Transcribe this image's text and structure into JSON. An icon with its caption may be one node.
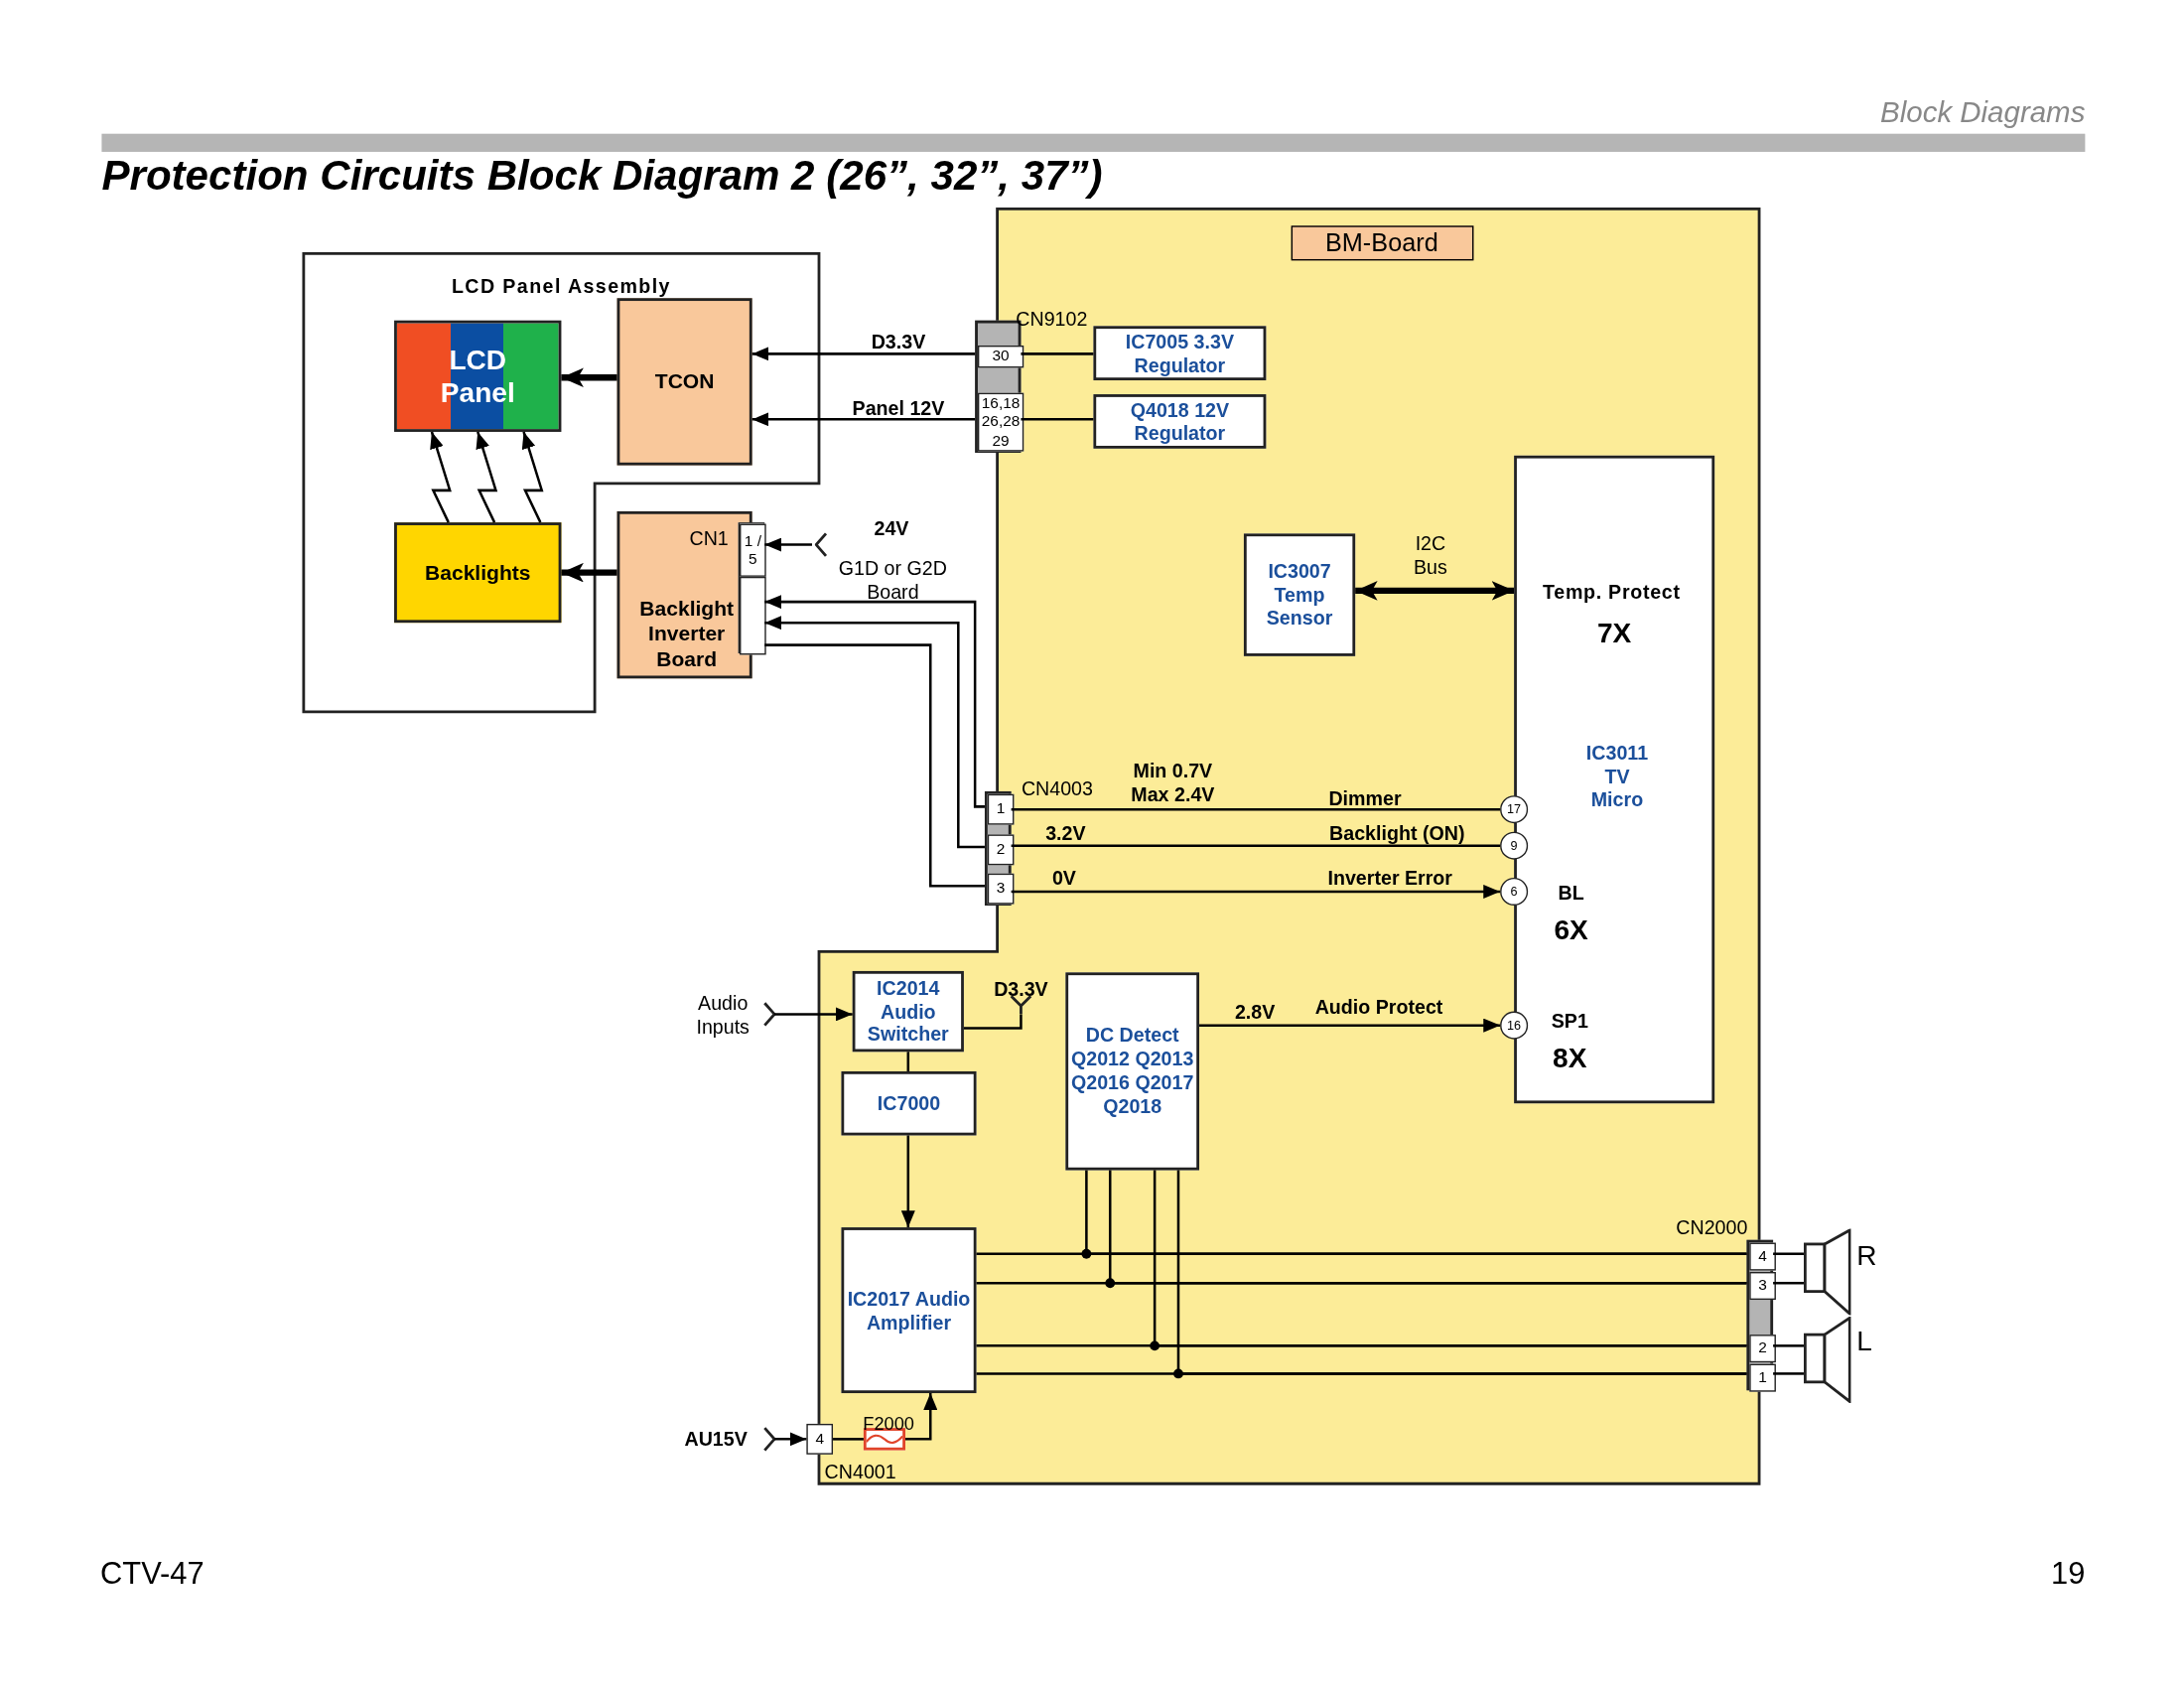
{
  "diagram": {
    "title": "Protection Circuits Block Diagram 2 (26”, 32”, 37”)",
    "nodes": [
      {
        "text": [
          "LCD Panel Assembly"
        ]
      },
      {
        "text": [
          "LCD Panel"
        ],
        "in": 0
      },
      {
        "text": [
          "TCON"
        ],
        "in": 0
      },
      {
        "text": [
          "Backlights"
        ],
        "in": 0
      },
      {
        "text": [
          "BM-Board"
        ]
      },
      {
        "text": [
          "CN9102"
        ],
        "in": 4
      },
      {
        "text": [
          "30"
        ],
        "in": 5
      },
      {
        "text": [
          "16,18 26,28 29"
        ],
        "in": 5
      },
      {
        "text": [
          "IC7005 3.3V Regulator"
        ],
        "in": 4
      },
      {
        "text": [
          "Q4018 12V Regulator"
        ],
        "in": 4
      },
      {
        "text": [
          "CN1",
          "Backlight Inverter Board"
        ]
      },
      {
        "text": [],
        "shape": "box"
      },
      {
        "text": [
          "1 / 5"
        ],
        "in": 11
      },
      {
        "text": [],
        "shape": "box",
        "in": 11
      },
      {
        "text": [
          "24V",
          "G1D or G2D Board"
        ]
      },
      {
        "text": [
          "IC3007 Temp Sensor"
        ],
        "in": 4
      },
      {
        "text": [
          "Temp. Protect",
          "7X",
          "IC3011 TV Micro",
          "BL",
          "6X",
          "SP1",
          "8X"
        ],
        "in": 4
      },
      {
        "text": [
          "CN4003"
        ],
        "in": 4
      },
      {
        "text": [
          "1"
        ],
        "in": 17
      },
      {
        "text": [
          "2"
        ],
        "in": 17
      },
      {
        "text": [
          "3"
        ],
        "in": 17
      },
      {
        "text": [
          "17"
        ],
        "in": 4
      },
      {
        "text": [
          "9"
        ],
        "in": 4
      },
      {
        "text": [
          "6"
        ],
        "in": 4
      },
      {
        "text": [
          "Audio Inputs"
        ]
      },
      {
        "text": [
          "IC2014 Audio Switcher"
        ],
        "in": 4
      },
      {
        "text": [
          "D3.3V"
        ],
        "in": 4
      },
      {
        "text": [
          "DC Detect",
          "Q2012 Q2013 Q2016 Q2017 Q2018"
        ],
        "in": 4
      },
      {
        "text": [
          "16"
        ],
        "in": 4
      },
      {
        "text": [
          "IC7000"
        ],
        "in": 4
      },
      {
        "text": [
          "IC2017 Audio Amplifier"
        ],
        "in": 4
      },
      {
        "text": [
          "CN2000"
        ]
      },
      {
        "text": [
          "4"
        ],
        "in": 31
      },
      {
        "text": [
          "3"
        ],
        "in": 31
      },
      {
        "text": [
          "2"
        ],
        "in": 31
      },
      {
        "text": [
          "1"
        ],
        "in": 31
      },
      {
        "text": [
          "R"
        ]
      },
      {
        "text": [
          "L"
        ]
      },
      {
        "text": [
          "AU15V"
        ]
      },
      {
        "text": [
          "4"
        ],
        "beside": [
          "CN4001"
        ]
      },
      {
        "text": [
          "F2000"
        ],
        "in": 4
      }
    ],
    "edges": [
      {
        "from": 6,
        "to": 2,
        "arrow": "to",
        "label": "D3.3V"
      },
      {
        "from": 7,
        "to": 2,
        "arrow": "to",
        "label": "Panel 12V"
      },
      {
        "from": 6,
        "to": 8,
        "arrow": "none"
      },
      {
        "from": 7,
        "to": 9,
        "arrow": "none"
      },
      {
        "from": 2,
        "to": 1,
        "arrow": "to",
        "style": "thick"
      },
      {
        "from": 10,
        "to": 3,
        "arrow": "to",
        "style": "thick"
      },
      {
        "from": 3,
        "to": 1,
        "arrow": "to"
      },
      {
        "from": 3,
        "to": 1,
        "arrow": "to"
      },
      {
        "from": 3,
        "to": 1,
        "arrow": "to"
      },
      {
        "from": 14,
        "to": 12,
        "arrow": "to"
      },
      {
        "from": 18,
        "to": 13,
        "arrow": "to"
      },
      {
        "from": 19,
        "to": 13,
        "arrow": "to"
      },
      {
        "from": 13,
        "to": 20,
        "arrow": "none"
      },
      {
        "from": 15,
        "to": 16,
        "arrow": "both",
        "style": "thick",
        "label": "I2C Bus"
      },
      {
        "from": 18,
        "to": 21,
        "arrow": "none",
        "label": "Dimmer"
      },
      {
        "from": 19,
        "to": 22,
        "arrow": "none",
        "label": "Backlight (ON)"
      },
      {
        "from": 20,
        "to": 23,
        "arrow": "to",
        "label": "Inverter Error"
      },
      {
        "from": 24,
        "to": 25,
        "arrow": "to"
      },
      {
        "from": 25,
        "to": 26,
        "arrow": "none"
      },
      {
        "from": 25,
        "to": 29,
        "arrow": "none"
      },
      {
        "from": 29,
        "to": 30,
        "arrow": "to"
      },
      {
        "from": 27,
        "to": 28,
        "arrow": "to",
        "label": "Audio Protect"
      },
      {
        "from": 30,
        "to": 32,
        "arrow": "none"
      },
      {
        "from": 30,
        "to": 33,
        "arrow": "none"
      },
      {
        "from": 30,
        "to": 34,
        "arrow": "none"
      },
      {
        "from": 30,
        "to": 35,
        "arrow": "none"
      },
      {
        "from": 27,
        "to": 32,
        "arrow": "none"
      },
      {
        "from": 27,
        "to": 33,
        "arrow": "none"
      },
      {
        "from": 27,
        "to": 34,
        "arrow": "none"
      },
      {
        "from": 27,
        "to": 35,
        "arrow": "none"
      },
      {
        "from": 32,
        "to": 36,
        "arrow": "none"
      },
      {
        "from": 33,
        "to": 36,
        "arrow": "none"
      },
      {
        "from": 34,
        "to": 37,
        "arrow": "none"
      },
      {
        "from": 35,
        "to": 37,
        "arrow": "none"
      },
      {
        "from": 38,
        "to": 39,
        "arrow": "to"
      },
      {
        "from": 39,
        "to": 40,
        "arrow": "none"
      },
      {
        "from": 40,
        "to": 30,
        "arrow": "to"
      }
    ],
    "labels": [
      "Block Diagrams",
      "Min 0.7V Max 2.4V",
      "3.2V",
      "0V",
      "2.8V",
      "CTV-47",
      "19"
    ]
  }
}
